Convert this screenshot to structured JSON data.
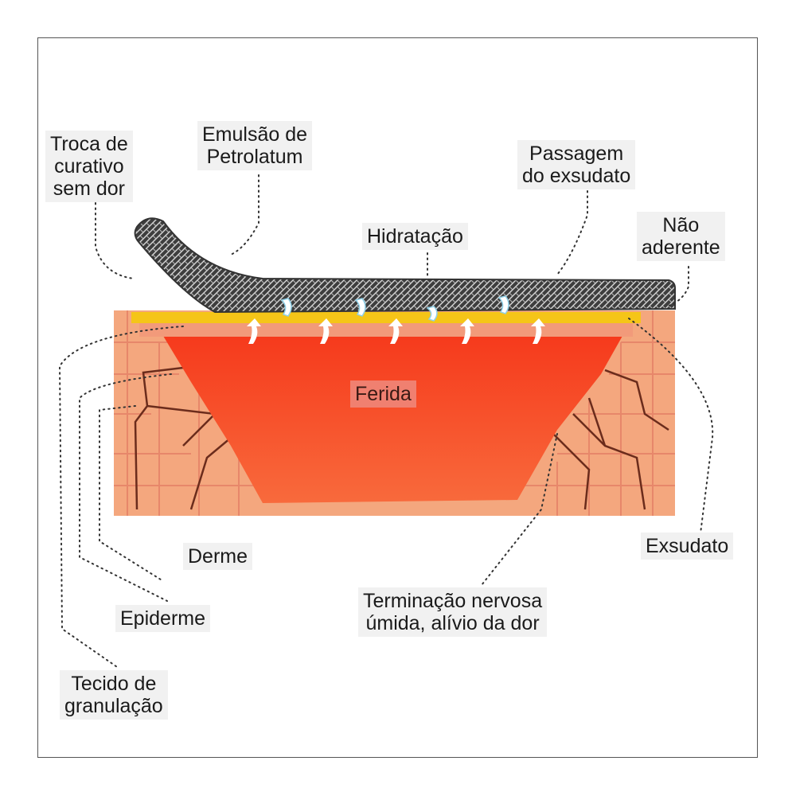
{
  "labels": {
    "troca": [
      "Troca de",
      "curativo",
      "sem dor"
    ],
    "emulsao": [
      "Emulsão de",
      "Petrolatum"
    ],
    "passagem": [
      "Passagem",
      "do exsudato"
    ],
    "hidratacao": "Hidratação",
    "nao_aderente": [
      "Não",
      "aderente"
    ],
    "ferida": "Ferida",
    "derme": "Derme",
    "epiderme": "Epiderme",
    "tecido": [
      "Tecido de",
      "granulação"
    ],
    "exsudato": "Exsudato",
    "terminacao": [
      "Terminação nervosa",
      "úmida, alívio da dor"
    ]
  },
  "colors": {
    "wound": "#f43a1e",
    "skin": "#f4a77e",
    "yellow_layer": "#f5c518",
    "dressing": "#4a4a4a"
  }
}
